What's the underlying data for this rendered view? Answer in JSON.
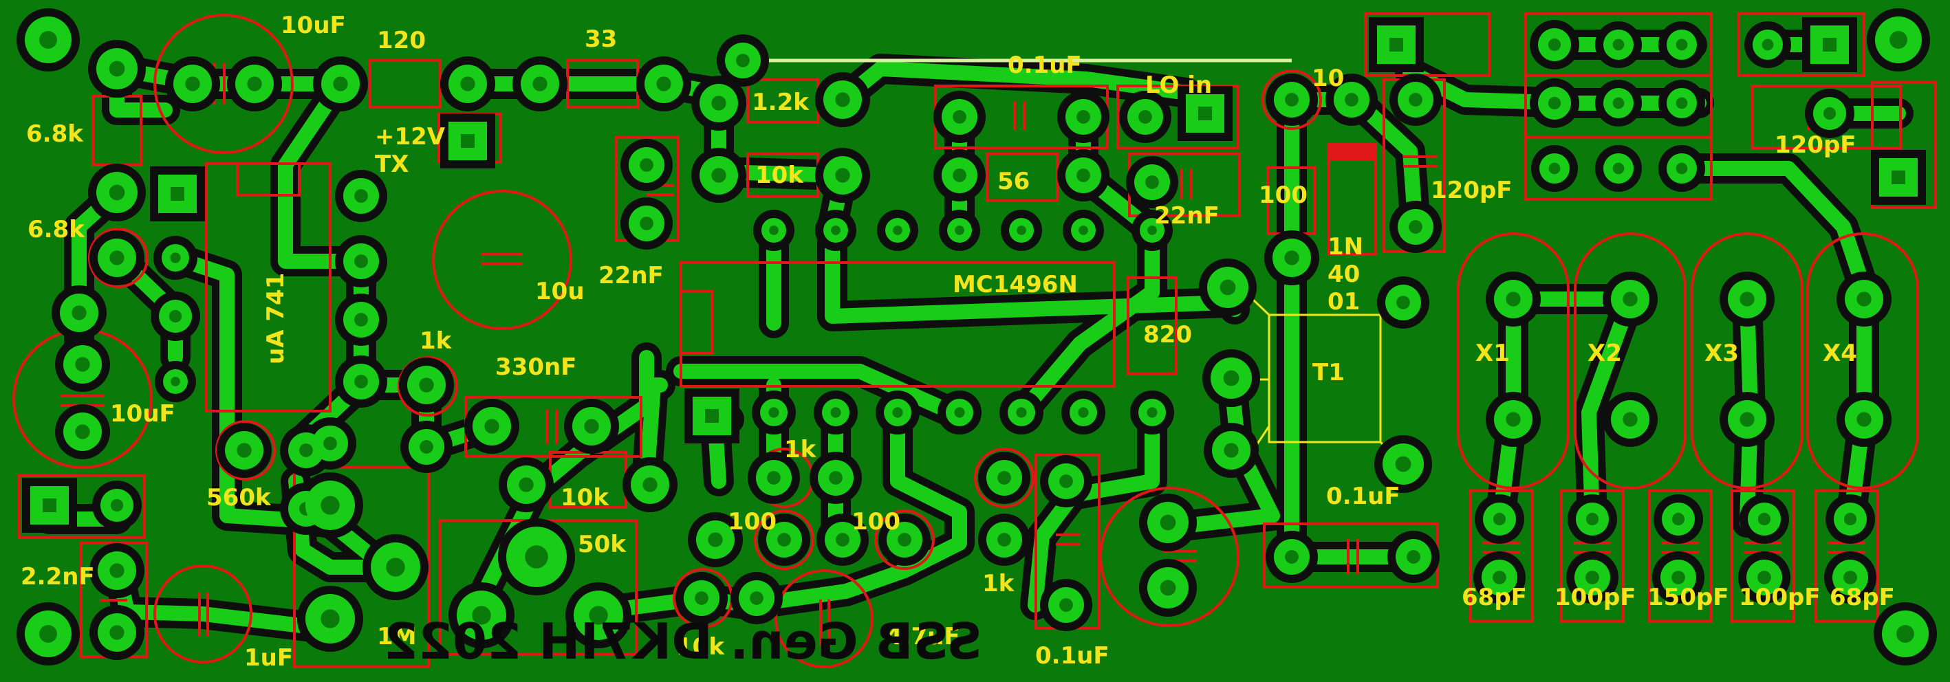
{
  "board": {
    "title_mirrored": "SSB Gen. DK7IH 2022",
    "colors": {
      "substrate": "#0a7a0a",
      "copper": "#18cc18",
      "isolation": "#0e0e0e",
      "outline": "#e01818",
      "silkscreen": "#f4e41c"
    }
  },
  "labels": {
    "c_10uf_top": "10uF",
    "r_120": "120",
    "r_33": "33",
    "c_01uf_top": "0.1uF",
    "lo_in": "LO in",
    "r_10": "10",
    "r_68k_a": "6.8k",
    "r_68k_b": "6.8k",
    "v12_tx_l1": "+12V",
    "v12_tx_l2": "TX",
    "r_12k": "1.2k",
    "r_10k_top": "10k",
    "r_56": "56",
    "r_100_top": "100",
    "c_120pf_a": "120pF",
    "c_120pf_b": "120pF",
    "c_22nf_r": "22nF",
    "c_22nf_l": "22nF",
    "diode_l1": "1N",
    "diode_l2": "40",
    "diode_l3": "01",
    "c_10u_partial": "10u",
    "ic_mc1496": "MC1496N",
    "ic_ua741": "uA 741",
    "r_820": "820",
    "t1": "T1",
    "x1": "X1",
    "x2": "X2",
    "x3": "X3",
    "x4": "X4",
    "r_1k_a": "1k",
    "c_330nf": "330nF",
    "c_10uf_left": "10uF",
    "r_560k": "560k",
    "r_10k_mid": "10k",
    "pot_50k": "50k",
    "r_1k_b": "1k",
    "r_100_a": "100",
    "r_100_b": "100",
    "r_1k_c": "1k",
    "c_01uf_right": "0.1uF",
    "c_01uf_bot": "0.1uF",
    "c_22nf_bl": "2.2nF",
    "c_1uf": "1uF",
    "r_1m": "1M",
    "r_10k_bot": "10k",
    "c_47uf": "4.7uF",
    "c_68pf_a": "68pF",
    "c_100pf_a": "100pF",
    "c_150pf": "150pF",
    "c_100pf_b": "100pF",
    "c_68pf_b": "68pF"
  }
}
